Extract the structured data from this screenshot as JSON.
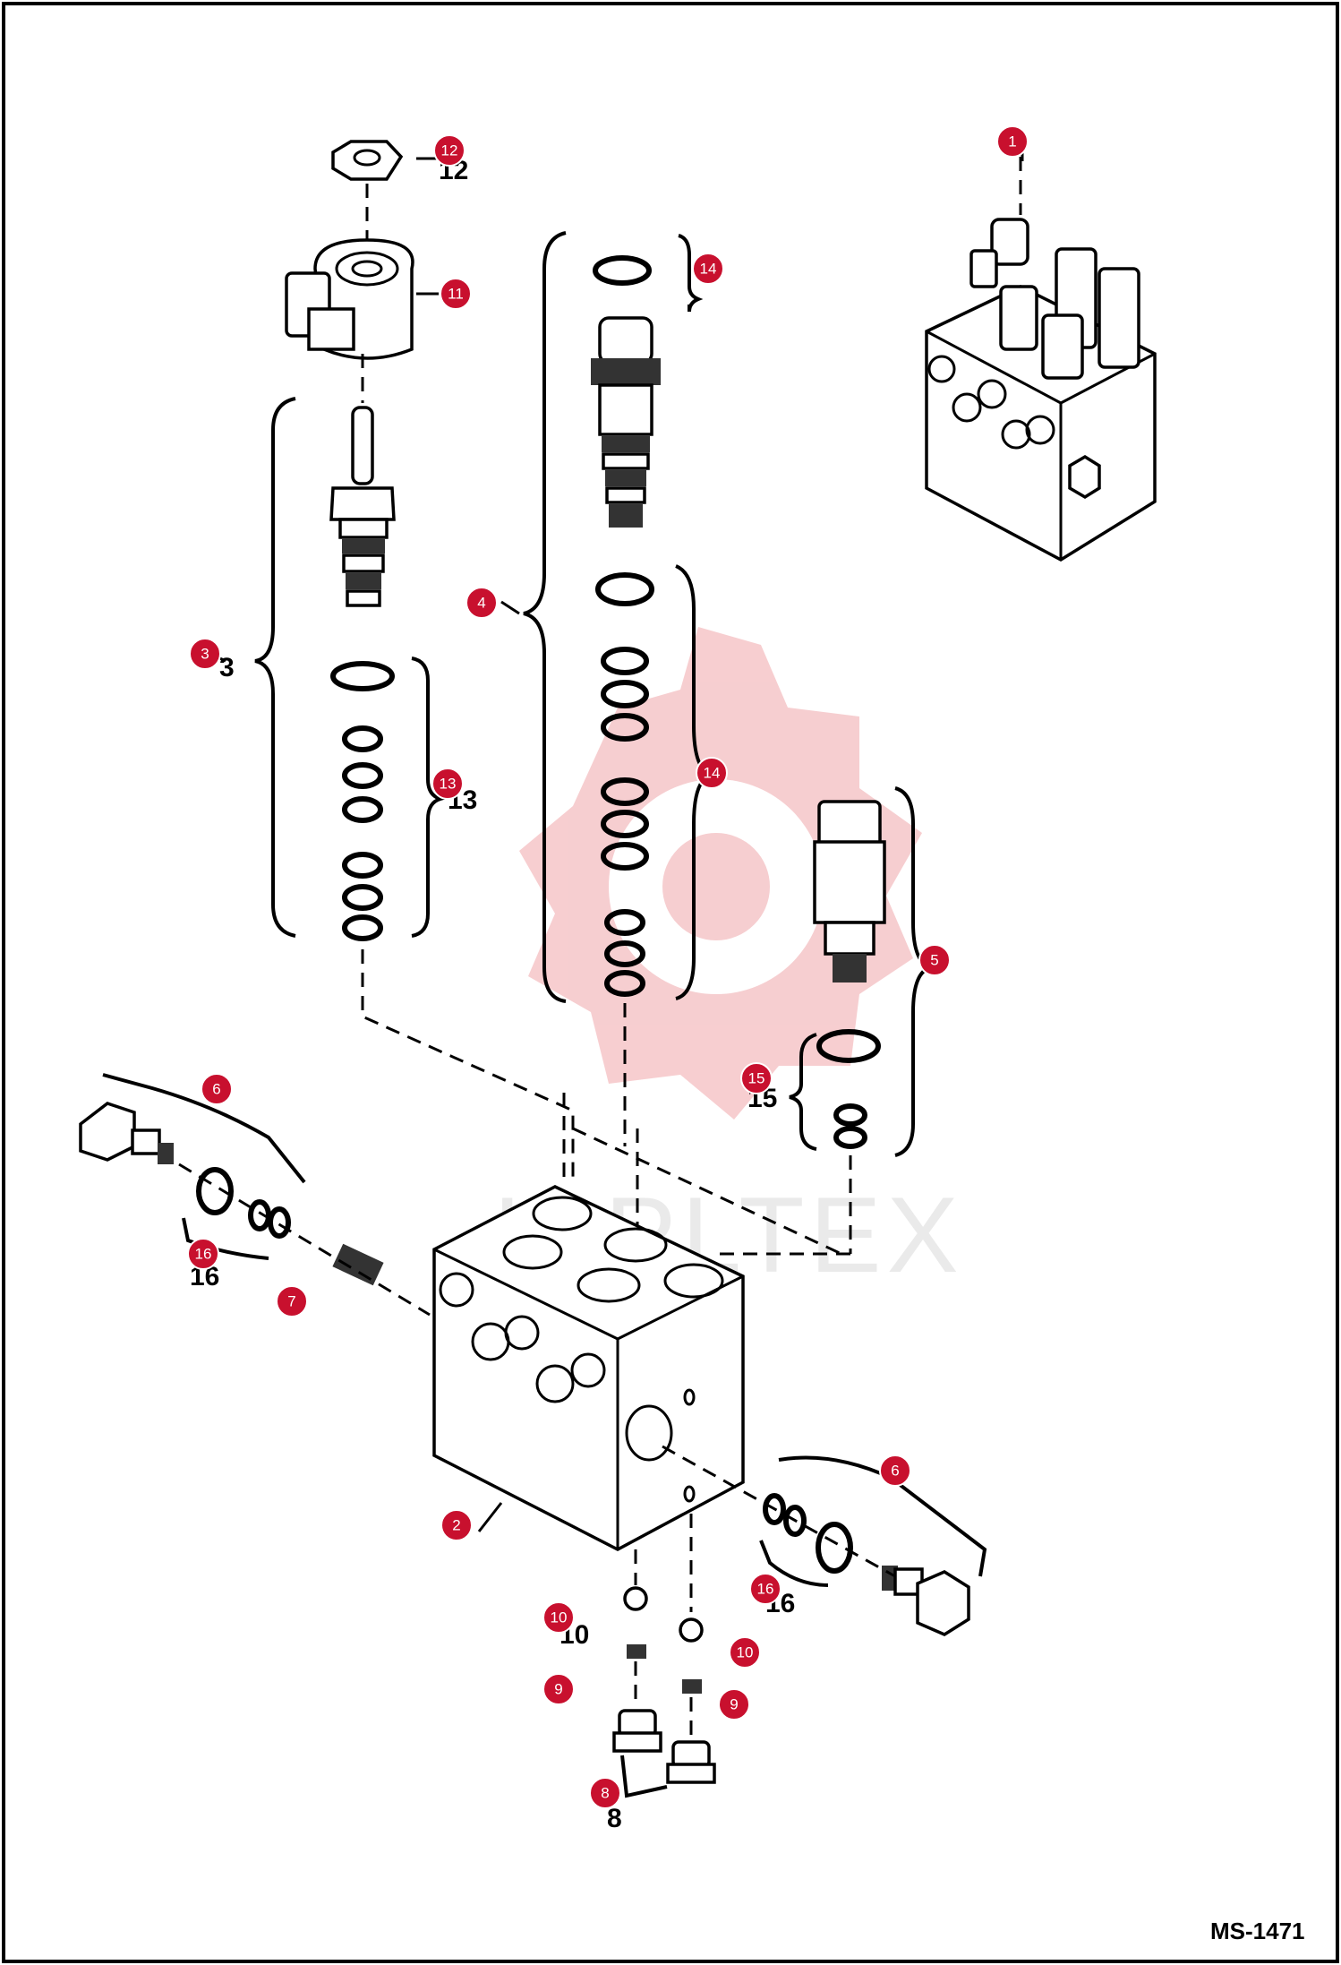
{
  "drawing_number": "MS-1471",
  "watermark": {
    "text": "IAPLTEX",
    "color": "#f6c9cb"
  },
  "callout_color": "#c8102e",
  "callouts": [
    {
      "id": "c1",
      "number": "1"
    },
    {
      "id": "c2",
      "number": "2"
    },
    {
      "id": "c3",
      "number": "3"
    },
    {
      "id": "c4",
      "number": "4"
    },
    {
      "id": "c5",
      "number": "5"
    },
    {
      "id": "c6a",
      "number": "6"
    },
    {
      "id": "c6b",
      "number": "6"
    },
    {
      "id": "c7",
      "number": "7"
    },
    {
      "id": "c8",
      "number": "8"
    },
    {
      "id": "c9a",
      "number": "9"
    },
    {
      "id": "c9b",
      "number": "9"
    },
    {
      "id": "c10a",
      "number": "10"
    },
    {
      "id": "c10b",
      "number": "10"
    },
    {
      "id": "c11",
      "number": "11"
    },
    {
      "id": "c12",
      "number": "12"
    },
    {
      "id": "c13",
      "number": "13"
    },
    {
      "id": "c14a",
      "number": "14"
    },
    {
      "id": "c14b",
      "number": "14"
    },
    {
      "id": "c15",
      "number": "15"
    },
    {
      "id": "c16a",
      "number": "16"
    },
    {
      "id": "c16b",
      "number": "16"
    }
  ],
  "part_labels": {
    "p3": "3",
    "p8": "8",
    "p10": "10",
    "p12": "12",
    "p13": "13",
    "p15": "15",
    "p16a": "16",
    "p16b": "16"
  }
}
